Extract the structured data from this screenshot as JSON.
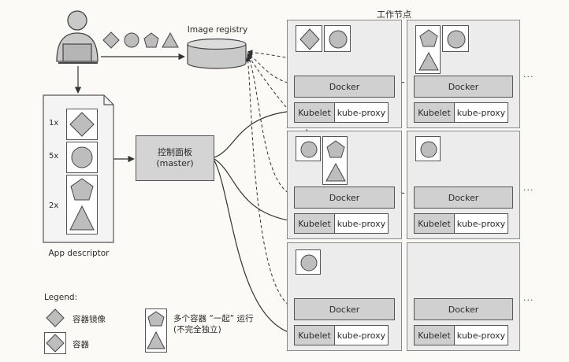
{
  "registry": {
    "label": "Image registry"
  },
  "worker_nodes": {
    "title": "工作节点"
  },
  "control_plane": {
    "line1": "控制面板",
    "line2": "(master)"
  },
  "app_descriptor": {
    "label": "App descriptor",
    "counts": [
      "1x",
      "5x",
      "2x"
    ]
  },
  "node": {
    "docker": "Docker",
    "kubelet": "Kubelet",
    "kube_proxy": "kube-proxy",
    "more": "..."
  },
  "legend": {
    "title": "Legend:",
    "image": "容器镜像",
    "container": "容器",
    "multi_line1": "多个容器 “一起” 运行",
    "multi_line2": "(不完全独立)"
  },
  "colors": {
    "shape_fill": "#bdbdbd",
    "node_bg": "#ececec",
    "docker_bg": "#d0d0d0",
    "stroke": "#444444"
  }
}
